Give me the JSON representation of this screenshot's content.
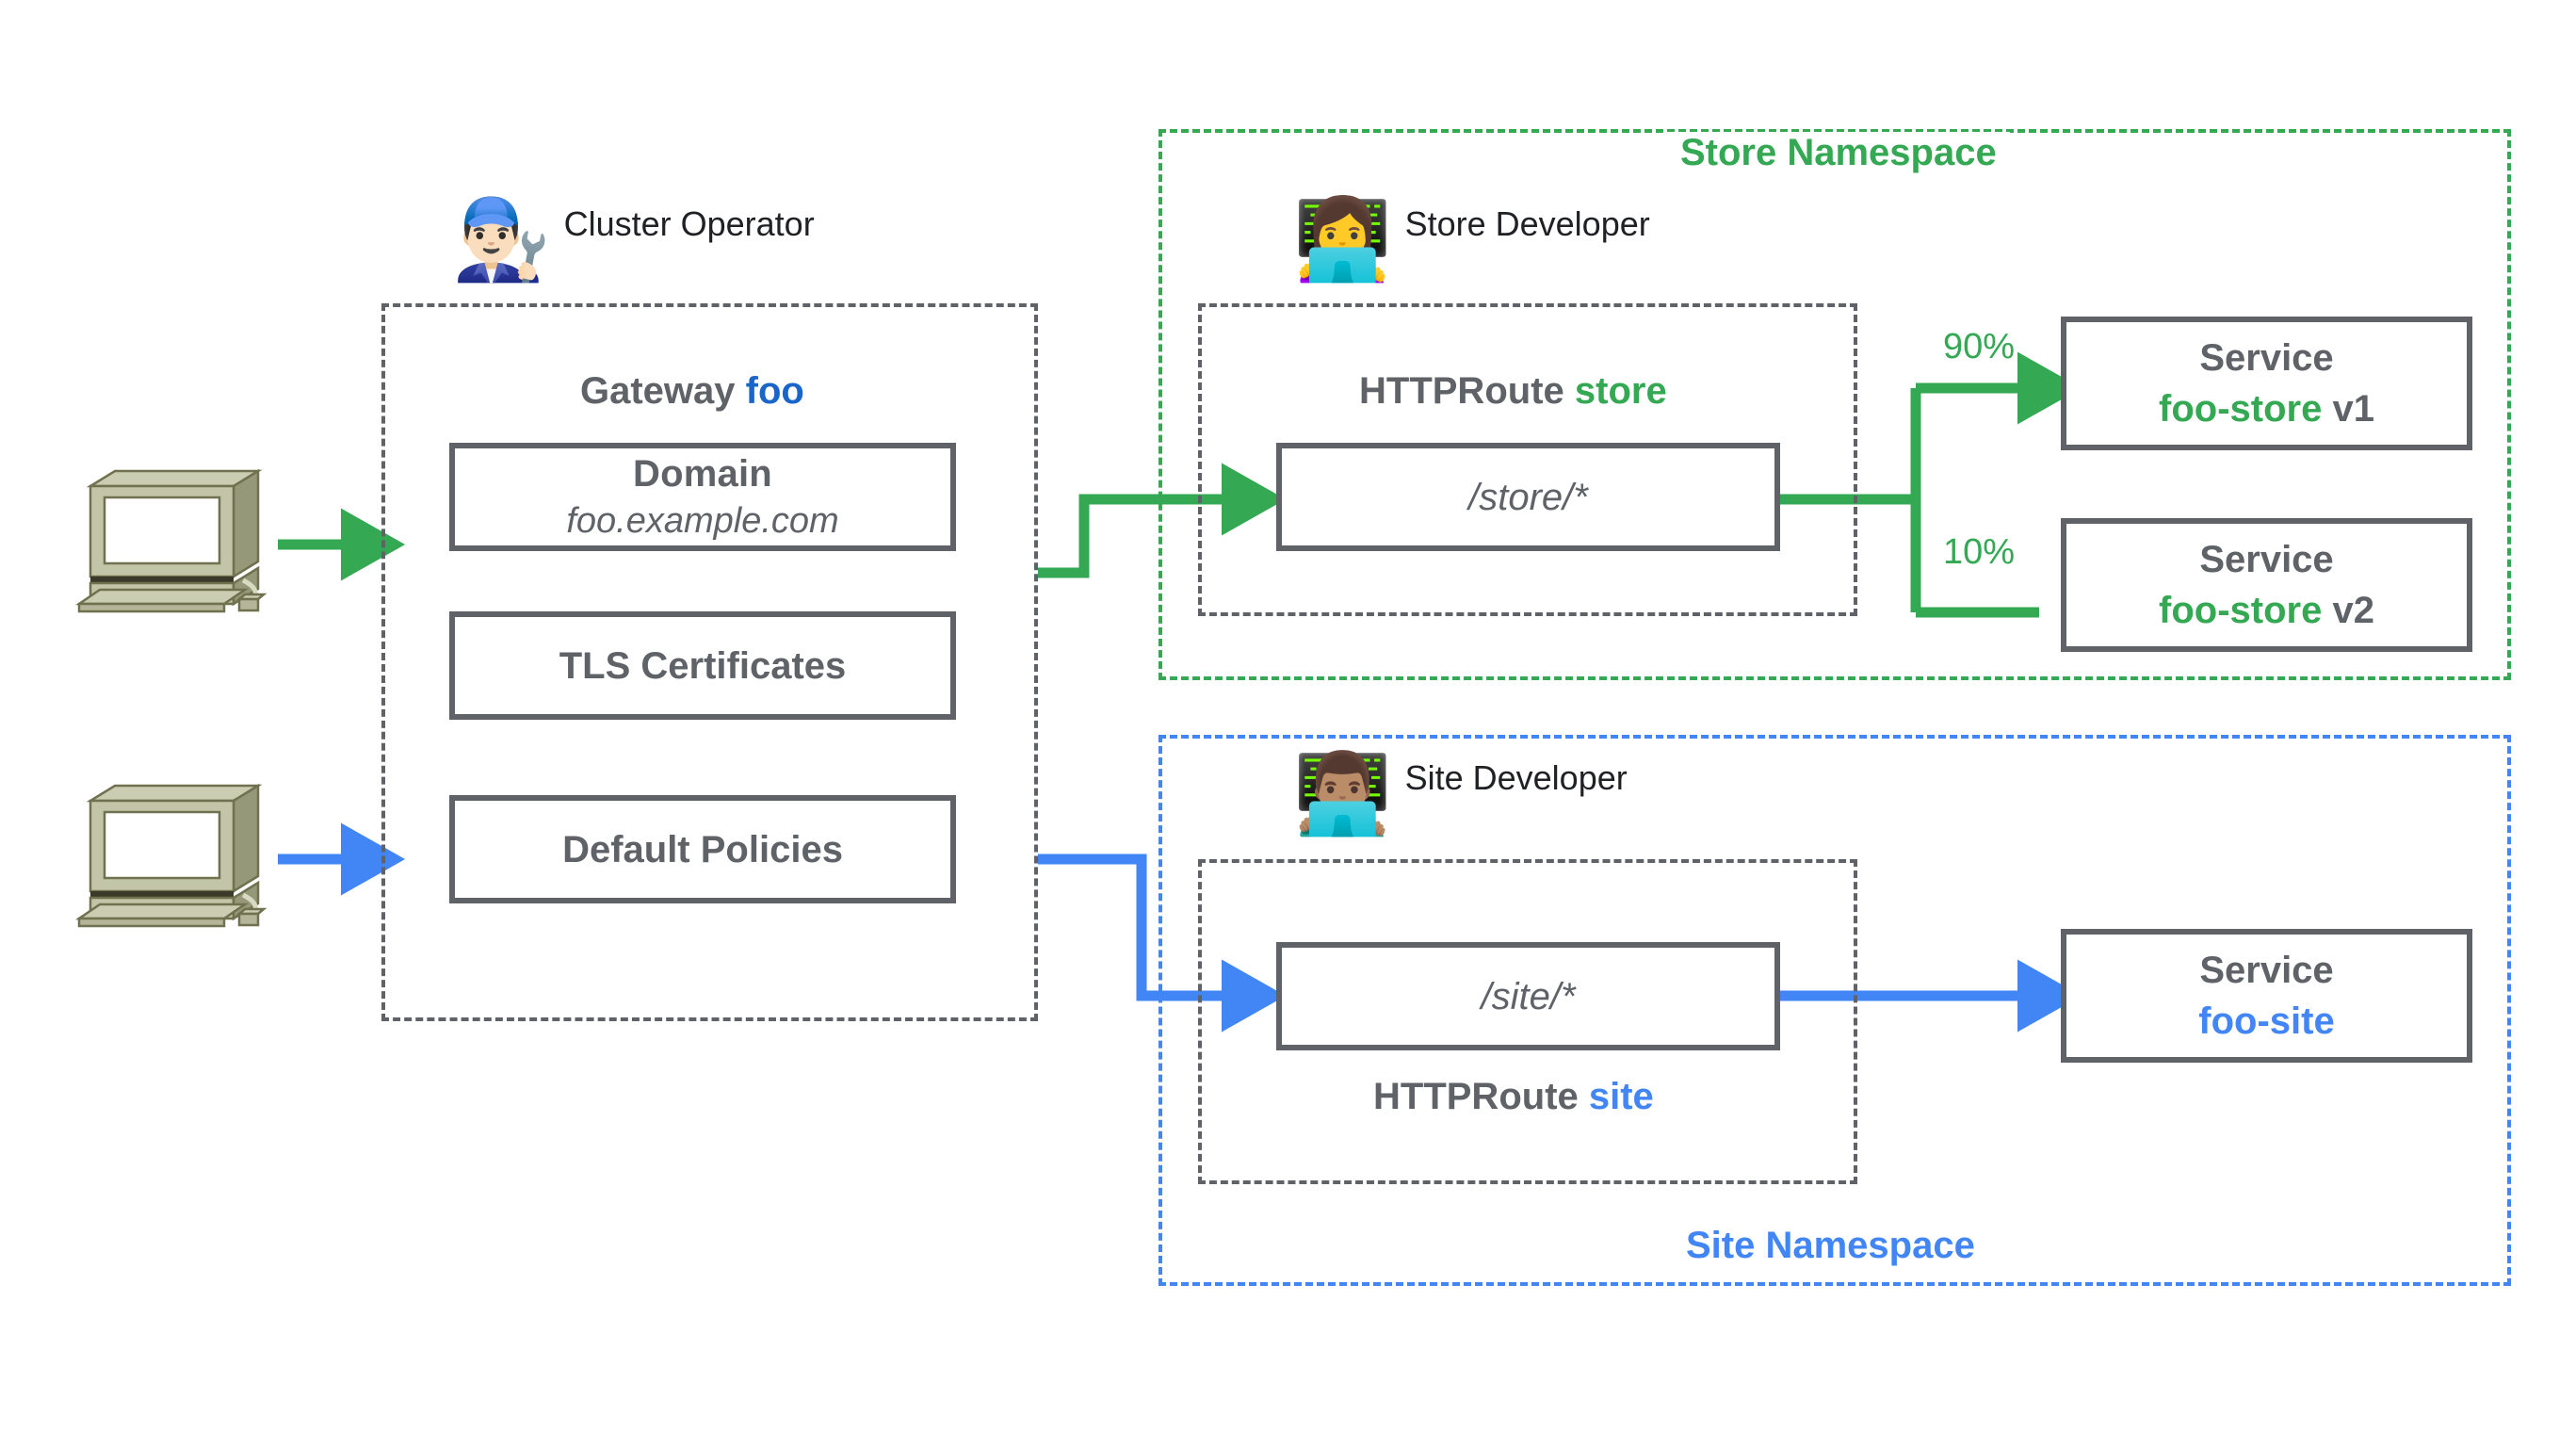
{
  "diagram": {
    "title": "Kubernetes Gateway API routing diagram",
    "colors": {
      "green": "#34A853",
      "blue": "#4285F4",
      "deep_blue": "#1A65C9",
      "gray": "#5F6368",
      "text": "#202124"
    }
  },
  "clients": [
    {
      "icon": "desktop-computer-icon",
      "arrow_color": "#34A853"
    },
    {
      "icon": "desktop-computer-icon",
      "arrow_color": "#4285F4"
    }
  ],
  "gateway": {
    "persona": {
      "emoji": "man-technologist",
      "label": "Cluster Operator"
    },
    "heading_prefix": "Gateway",
    "heading_name": "foo",
    "boxes": [
      {
        "line1": "Domain",
        "line2": "foo.example.com"
      },
      {
        "line1": "TLS Certificates",
        "line2": ""
      },
      {
        "line1": "Default Policies",
        "line2": ""
      }
    ]
  },
  "store_namespace": {
    "title": "Store Namespace",
    "persona": {
      "emoji": "woman-technologist",
      "label": "Store Developer"
    },
    "route": {
      "heading_prefix": "HTTPRoute",
      "heading_name": "store",
      "match": "/store/*"
    },
    "backends": [
      {
        "weight": "90%",
        "kind": "Service",
        "name": "foo-store",
        "version": "v1"
      },
      {
        "weight": "10%",
        "kind": "Service",
        "name": "foo-store",
        "version": "v2"
      }
    ]
  },
  "site_namespace": {
    "title": "Site Namespace",
    "persona": {
      "emoji": "man-technologist-medium",
      "label": "Site Developer"
    },
    "route": {
      "heading_prefix": "HTTPRoute",
      "heading_name": "site",
      "match": "/site/*"
    },
    "backends": [
      {
        "weight": "",
        "kind": "Service",
        "name": "foo-site",
        "version": ""
      }
    ]
  }
}
